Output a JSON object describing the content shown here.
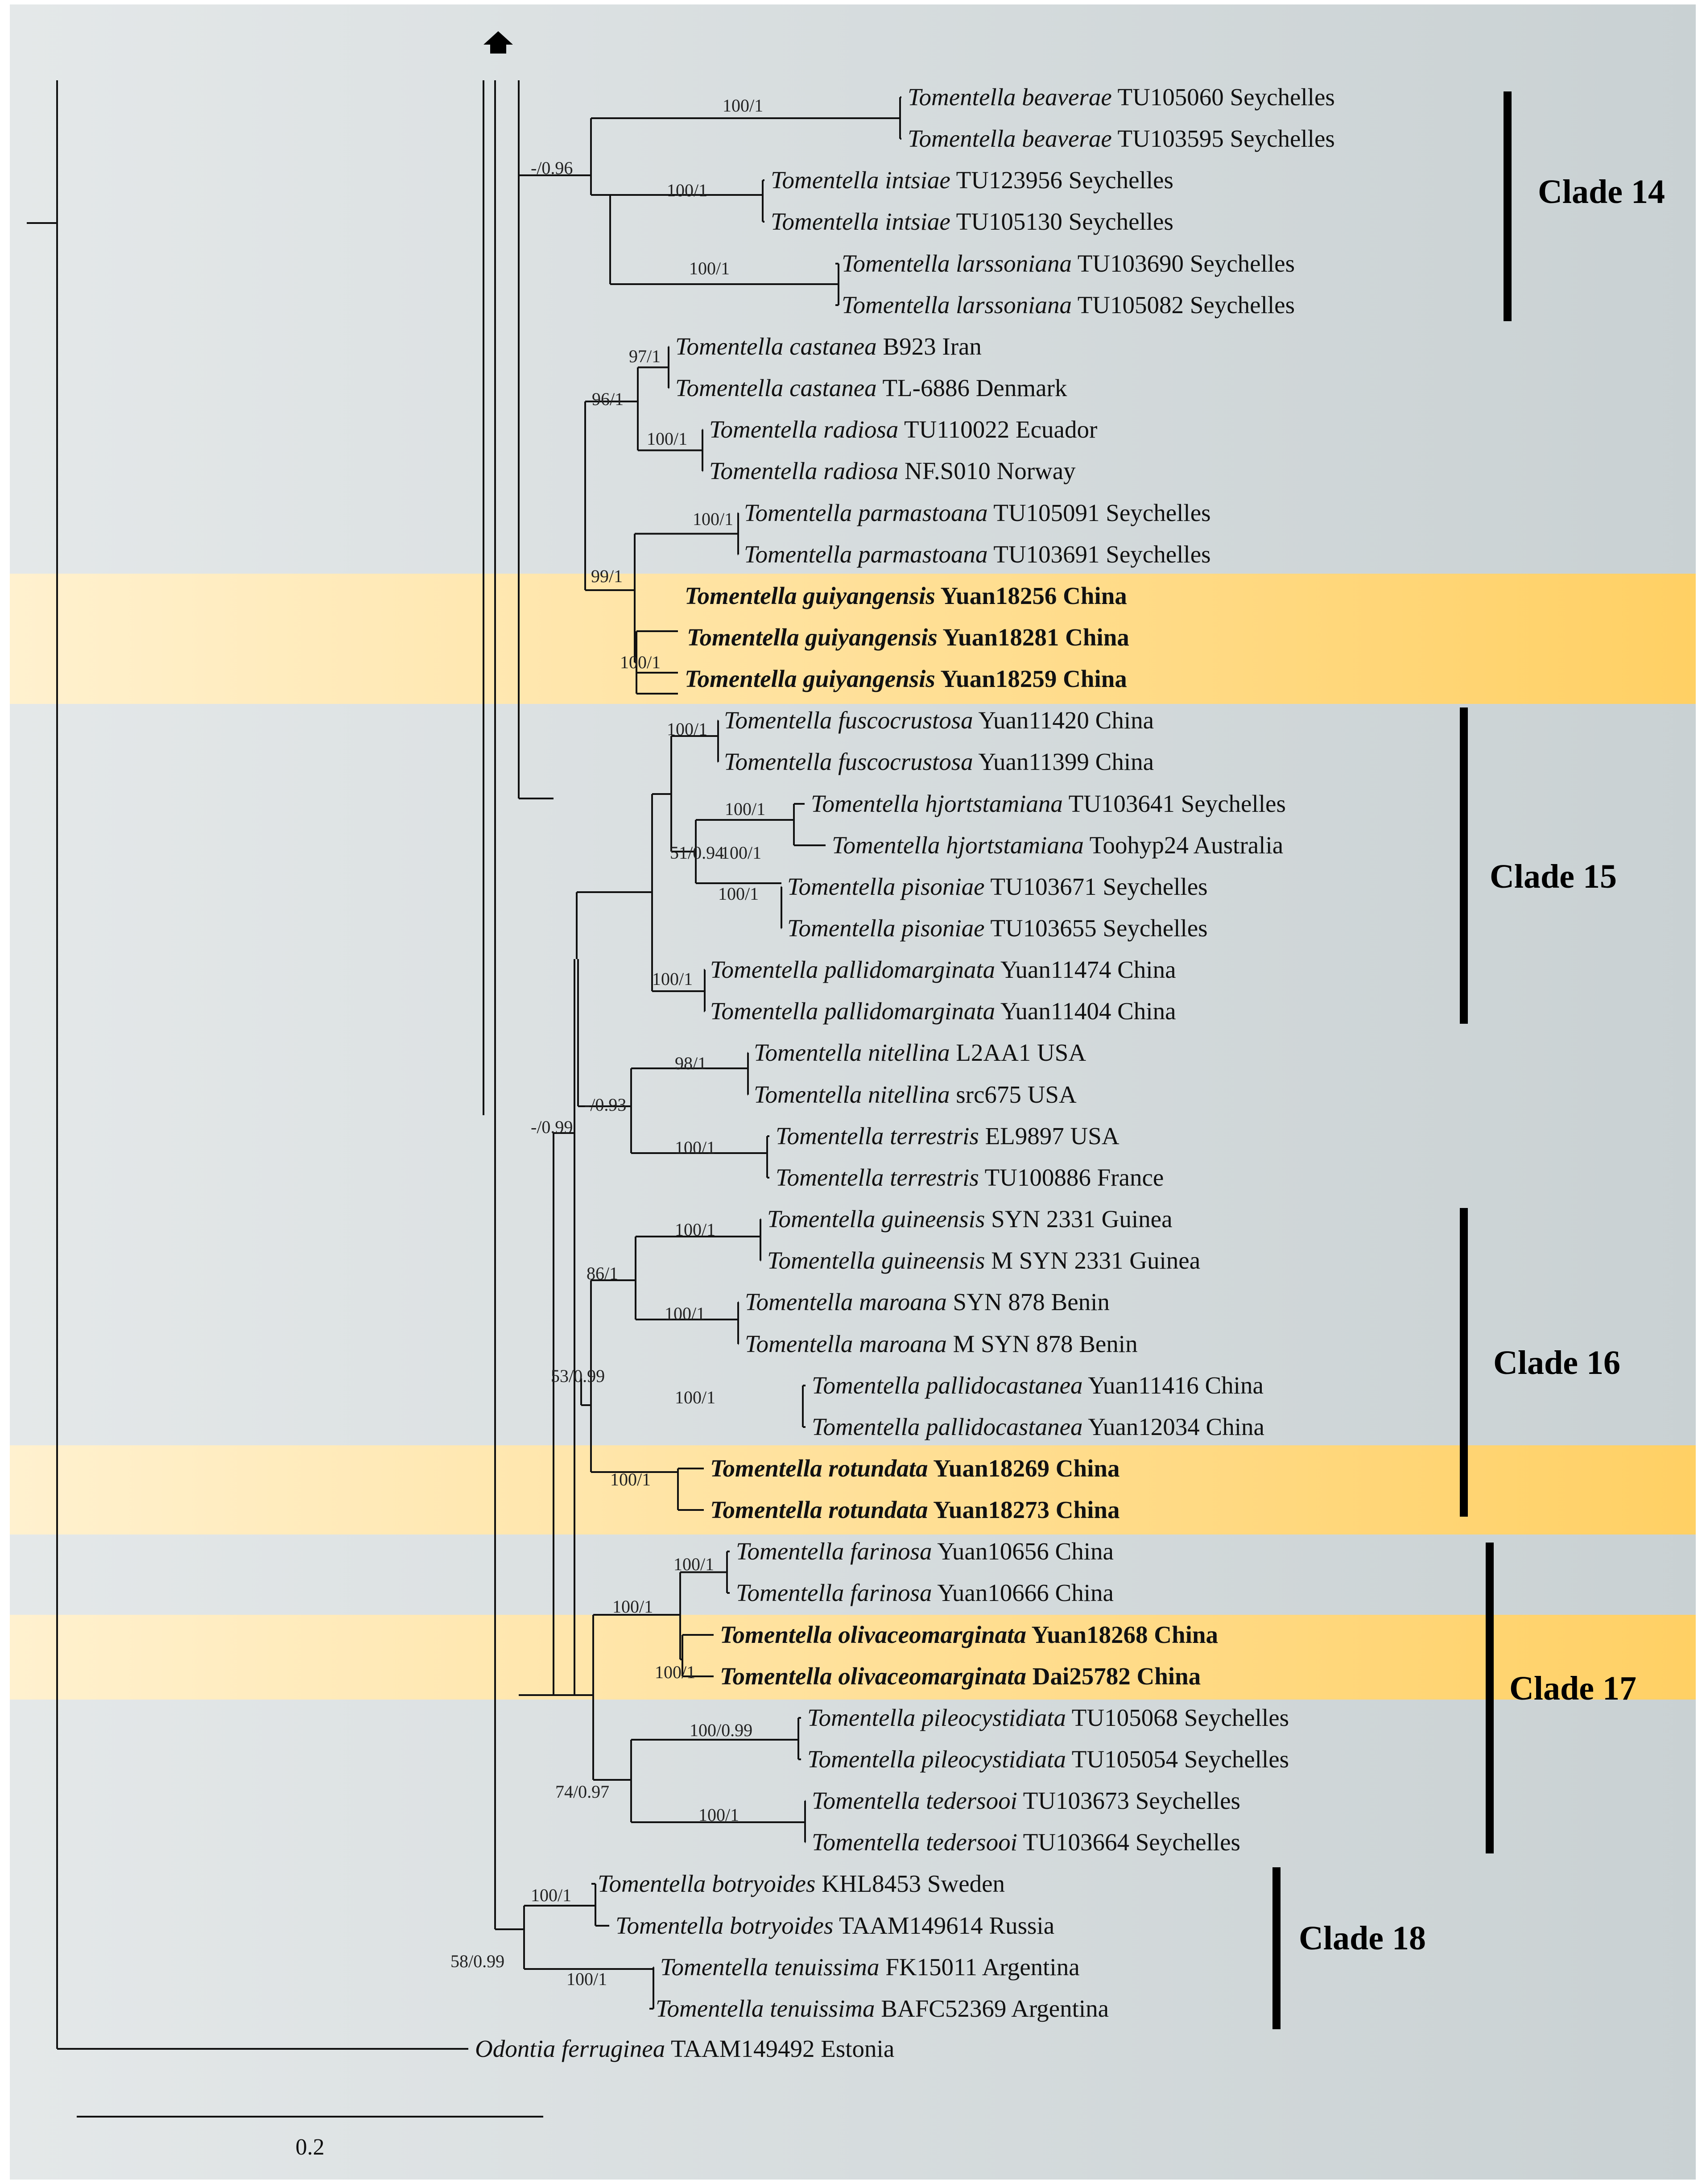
{
  "tree": {
    "taxa": [
      {
        "species": "Tomentella beaverae",
        "voucher": "TU105060",
        "locality": "Seychelles",
        "new": false
      },
      {
        "species": "Tomentella beaverae",
        "voucher": "TU103595",
        "locality": "Seychelles",
        "new": false
      },
      {
        "species": "Tomentella intsiae",
        "voucher": "TU123956",
        "locality": "Seychelles",
        "new": false
      },
      {
        "species": "Tomentella intsiae",
        "voucher": "TU105130",
        "locality": "Seychelles",
        "new": false
      },
      {
        "species": "Tomentella larssoniana",
        "voucher": "TU103690",
        "locality": "Seychelles",
        "new": false
      },
      {
        "species": "Tomentella larssoniana",
        "voucher": "TU105082",
        "locality": "Seychelles",
        "new": false
      },
      {
        "species": "Tomentella castanea",
        "voucher": "B923",
        "locality": "Iran",
        "new": false
      },
      {
        "species": "Tomentella castanea",
        "voucher": "TL-6886",
        "locality": "Denmark",
        "new": false
      },
      {
        "species": "Tomentella radiosa",
        "voucher": "TU110022",
        "locality": "Ecuador",
        "new": false
      },
      {
        "species": "Tomentella radiosa",
        "voucher": "NF.S010",
        "locality": "Norway",
        "new": false
      },
      {
        "species": "Tomentella parmastoana",
        "voucher": "TU105091",
        "locality": "Seychelles",
        "new": false
      },
      {
        "species": "Tomentella parmastoana",
        "voucher": "TU103691",
        "locality": "Seychelles",
        "new": false
      },
      {
        "species": "Tomentella guiyangensis",
        "voucher": "Yuan18256",
        "locality": "China",
        "new": true
      },
      {
        "species": "Tomentella guiyangensis",
        "voucher": "Yuan18281",
        "locality": "China",
        "new": true
      },
      {
        "species": "Tomentella guiyangensis",
        "voucher": "Yuan18259",
        "locality": "China",
        "new": true
      },
      {
        "species": "Tomentella fuscocrustosa",
        "voucher": "Yuan11420",
        "locality": "China",
        "new": false
      },
      {
        "species": "Tomentella fuscocrustosa",
        "voucher": "Yuan11399",
        "locality": "China",
        "new": false
      },
      {
        "species": "Tomentella hjortstamiana",
        "voucher": "TU103641",
        "locality": "Seychelles",
        "new": false
      },
      {
        "species": "Tomentella hjortstamiana",
        "voucher": "Toohyp24",
        "locality": "Australia",
        "new": false
      },
      {
        "species": "Tomentella pisoniae",
        "voucher": "TU103671",
        "locality": "Seychelles",
        "new": false
      },
      {
        "species": "Tomentella pisoniae",
        "voucher": "TU103655",
        "locality": "Seychelles",
        "new": false
      },
      {
        "species": "Tomentella pallidomarginata",
        "voucher": "Yuan11474",
        "locality": "China",
        "new": false
      },
      {
        "species": "Tomentella pallidomarginata",
        "voucher": "Yuan11404",
        "locality": "China",
        "new": false
      },
      {
        "species": "Tomentella nitellina",
        "voucher": "L2AA1",
        "locality": "USA",
        "new": false
      },
      {
        "species": "Tomentella nitellina",
        "voucher": "src675",
        "locality": "USA",
        "new": false
      },
      {
        "species": "Tomentella terrestris",
        "voucher": "EL9897",
        "locality": "USA",
        "new": false
      },
      {
        "species": "Tomentella terrestris",
        "voucher": "TU100886",
        "locality": "France",
        "new": false
      },
      {
        "species": "Tomentella guineensis",
        "voucher": "SYN 2331",
        "locality": "Guinea",
        "new": false
      },
      {
        "species": "Tomentella guineensis",
        "voucher": "M SYN 2331",
        "locality": "Guinea",
        "new": false
      },
      {
        "species": "Tomentella maroana",
        "voucher": "SYN 878",
        "locality": "Benin",
        "new": false
      },
      {
        "species": "Tomentella maroana",
        "voucher": "M SYN 878",
        "locality": "Benin",
        "new": false
      },
      {
        "species": "Tomentella pallidocastanea",
        "voucher": "Yuan11416",
        "locality": "China",
        "new": false
      },
      {
        "species": "Tomentella pallidocastanea",
        "voucher": "Yuan12034",
        "locality": "China",
        "new": false
      },
      {
        "species": "Tomentella rotundata",
        "voucher": "Yuan18269",
        "locality": "China",
        "new": true
      },
      {
        "species": "Tomentella rotundata",
        "voucher": "Yuan18273",
        "locality": "China",
        "new": true
      },
      {
        "species": "Tomentella farinosa",
        "voucher": "Yuan10656",
        "locality": "China",
        "new": false
      },
      {
        "species": "Tomentella farinosa",
        "voucher": "Yuan10666",
        "locality": "China",
        "new": false
      },
      {
        "species": "Tomentella olivaceomarginata",
        "voucher": "Yuan18268",
        "locality": "China",
        "new": true
      },
      {
        "species": "Tomentella olivaceomarginata",
        "voucher": "Dai25782",
        "locality": "China",
        "new": true
      },
      {
        "species": "Tomentella pileocystidiata",
        "voucher": "TU105068",
        "locality": "Seychelles",
        "new": false
      },
      {
        "species": "Tomentella pileocystidiata",
        "voucher": "TU105054",
        "locality": "Seychelles",
        "new": false
      },
      {
        "species": "Tomentella tedersooi",
        "voucher": "TU103673",
        "locality": "Seychelles",
        "new": false
      },
      {
        "species": "Tomentella tedersooi",
        "voucher": "TU103664",
        "locality": "Seychelles",
        "new": false
      },
      {
        "species": "Tomentella botryoides",
        "voucher": "KHL8453",
        "locality": "Sweden",
        "new": false
      },
      {
        "species": "Tomentella botryoides",
        "voucher": "TAAM149614",
        "locality": "Russia",
        "new": false
      },
      {
        "species": "Tomentella tenuissima",
        "voucher": "FK15011",
        "locality": "Argentina",
        "new": false
      },
      {
        "species": "Tomentella tenuissima",
        "voucher": "BAFC52369",
        "locality": "Argentina",
        "new": false
      },
      {
        "species": "Odontia ferruginea",
        "voucher": "TAAM149492",
        "locality": "Estonia",
        "new": false
      }
    ],
    "support_values": [
      "100/1",
      "100/1",
      "100/1",
      "-/0.96",
      "97/1",
      "100/1",
      "96/1",
      "100/1",
      "99/1",
      "100/1",
      "100/1",
      "100/1",
      "100/1",
      "51/0.94",
      "100/1",
      "100/1",
      "98/1",
      "100/1",
      "-/0.93",
      "-/0.99",
      "100/1",
      "100/1",
      "86/1",
      "100/1",
      "100/1",
      "53/0.99",
      "100/1",
      "100/1",
      "100/1",
      "100/0.99",
      "100/1",
      "74/0.97",
      "100/1",
      "100/1",
      "58/0.99"
    ],
    "clades": [
      "Clade 14",
      "Clade 15",
      "Clade 16",
      "Clade 17",
      "Clade 18"
    ],
    "scale_label": "0.2",
    "collapsed_branch_icon": "up-arrow-icon",
    "colors": {
      "background_left": "#e4e8e9",
      "background_right": "#c9d1d3",
      "highlight_left": "#fff1cf",
      "highlight_right": "#ffd064"
    }
  }
}
